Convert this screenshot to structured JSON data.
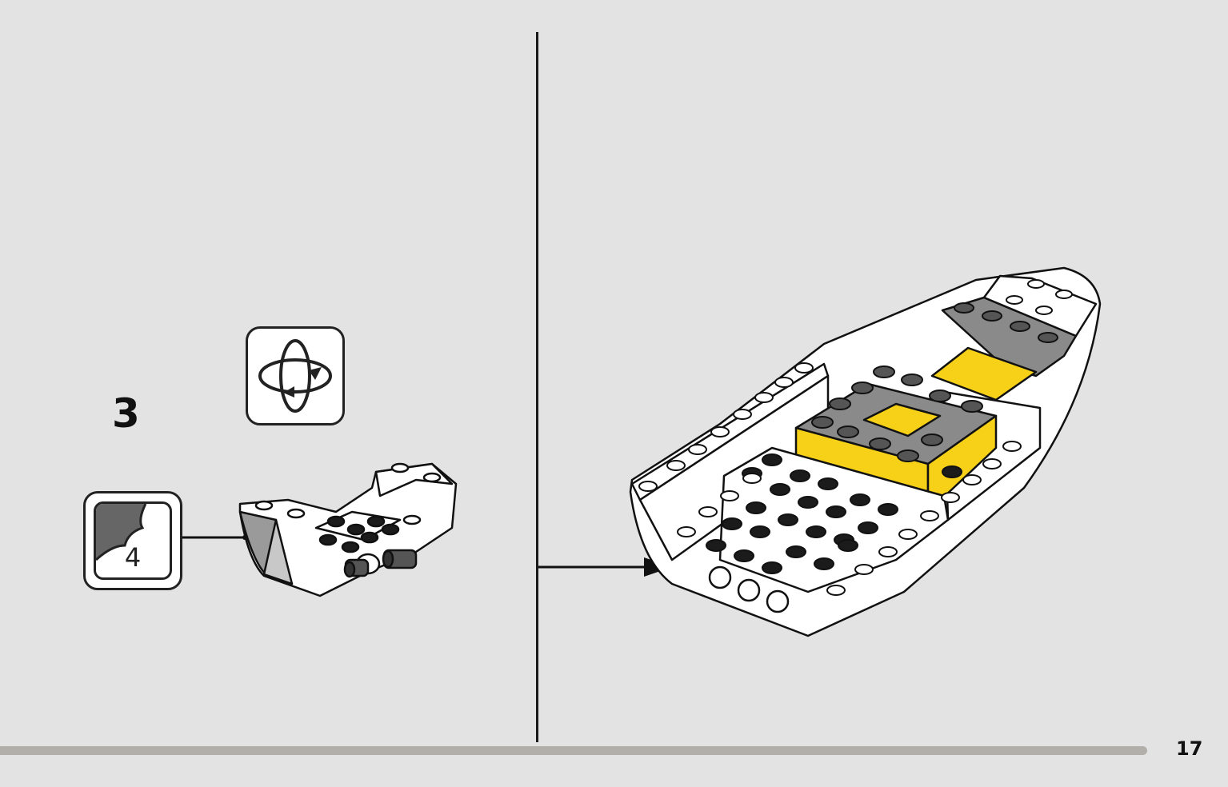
{
  "step": {
    "number": "3"
  },
  "rotate_icon": {
    "name": "rotate-model-icon"
  },
  "sticker": {
    "number": "4"
  },
  "page": {
    "number": "17"
  },
  "colors": {
    "background": "#e3e3e3",
    "brick_white": "#ffffff",
    "brick_yellow": "#f7d117",
    "brick_dark_grey": "#6b6b6b",
    "brick_black": "#1b1b1b",
    "footer_bar": "#b2afaa"
  }
}
